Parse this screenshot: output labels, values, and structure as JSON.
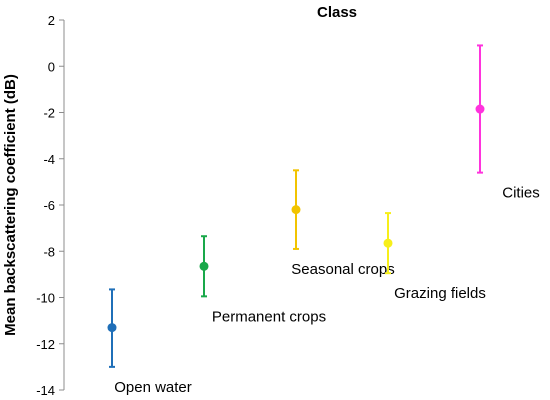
{
  "chart_data": {
    "type": "scatter",
    "title": "Class",
    "xlabel": "",
    "ylabel": "Mean backscattering coefficient (dB)",
    "ylim": [
      -14,
      2
    ],
    "yticks": [
      2,
      0,
      -2,
      -4,
      -6,
      -8,
      -10,
      -12,
      -14
    ],
    "yticklabels": [
      "2",
      "0",
      "-2",
      "-4",
      "-6",
      "-8",
      "-10",
      "-12",
      "-14"
    ],
    "grid": false,
    "legend": "none",
    "points": [
      {
        "label": "Open water",
        "y": -11.3,
        "low": -13.0,
        "high": -9.65,
        "color": "#1f6fb8",
        "label_position": "below"
      },
      {
        "label": "Permanent crops",
        "y": -8.65,
        "low": -9.95,
        "high": -7.35,
        "color": "#19a84a",
        "label_position": "below"
      },
      {
        "label": "Seasonal crops",
        "y": -6.2,
        "low": -7.9,
        "high": -4.5,
        "color": "#f2c400",
        "label_position": "below"
      },
      {
        "label": "Grazing fields",
        "y": -7.65,
        "low": -8.95,
        "high": -6.35,
        "color": "#f7ef1a",
        "label_position": "below"
      },
      {
        "label": "Cities",
        "y": -1.85,
        "low": -4.6,
        "high": 0.9,
        "color": "#ff33dd",
        "label_position": "below"
      }
    ]
  }
}
